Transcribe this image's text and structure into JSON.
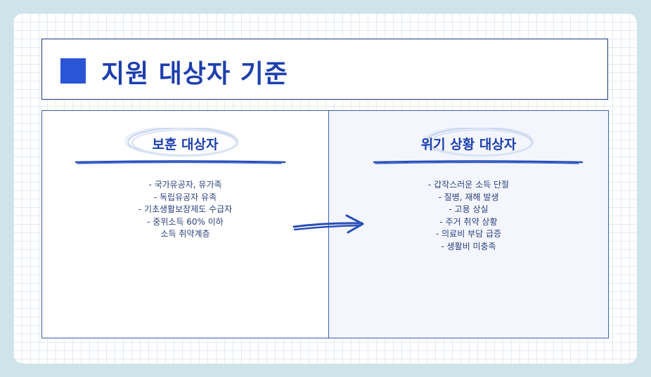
{
  "title": "지원 대상자 기준",
  "left_panel": {
    "heading": "보훈 대상자",
    "items": [
      "- 국가유공자, 유가족",
      "- 독립유공자 유족",
      "- 기초생활보장제도 수급자",
      "- 중위소득 60% 이하",
      "소득 취약계층"
    ]
  },
  "right_panel": {
    "heading": "위기 상황 대상자",
    "items": [
      "- 갑작스러운 소득 단절",
      "- 질병, 재해 발생",
      "- 고용 상실",
      "- 주거 취약 상황",
      "- 의료비 부담 급증",
      "- 생활비 미충족"
    ]
  },
  "colors": {
    "accent": "#2a55d6",
    "title_text": "#1d3fae",
    "border": "#1e3a8a",
    "background": "#cfe3ea"
  },
  "icons": {
    "title_marker": "square-marker-icon",
    "transition": "arrow-right-icon"
  }
}
